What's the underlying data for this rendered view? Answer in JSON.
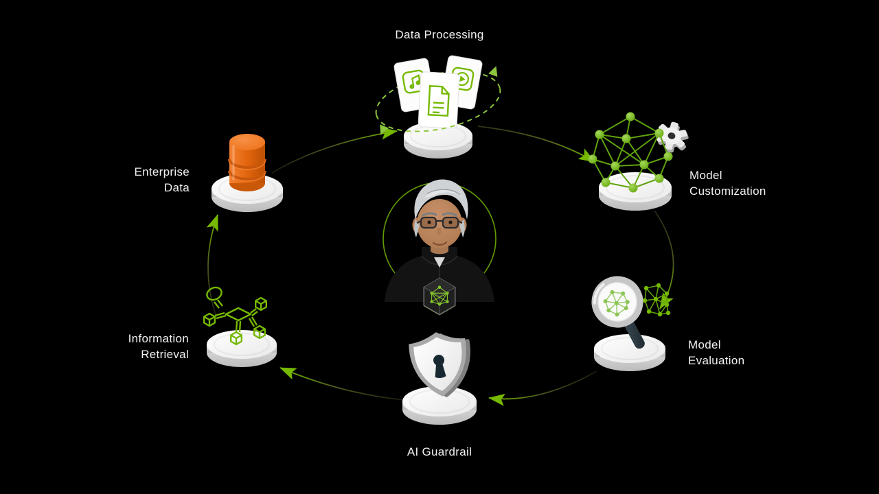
{
  "diagram": {
    "name": "ai-data-flywheel-workflow",
    "nodes": [
      {
        "id": "data-processing",
        "label": "Data Processing",
        "icon": "documents-processing-icon"
      },
      {
        "id": "model-customization",
        "label": "Model Customization",
        "icon": "neural-network-gear-icon"
      },
      {
        "id": "model-evaluation",
        "label": "Model Evaluation",
        "icon": "magnifier-neural-network-icon"
      },
      {
        "id": "ai-guardrail",
        "label": "AI Guardrail",
        "icon": "shield-keyhole-icon"
      },
      {
        "id": "information-retrieval",
        "label": "Information Retrieval",
        "icon": "knowledge-graph-search-icon"
      },
      {
        "id": "enterprise-data",
        "label": "Enterprise Data",
        "icon": "database-icon"
      }
    ],
    "center": {
      "avatar": "person-avatar",
      "badge": "hexagon-neural-network-badge",
      "ring": "green-circle-ring"
    },
    "arrows": [
      {
        "from": "enterprise-data",
        "to": "data-processing"
      },
      {
        "from": "data-processing",
        "to": "model-customization"
      },
      {
        "from": "model-customization",
        "to": "model-evaluation"
      },
      {
        "from": "model-evaluation",
        "to": "ai-guardrail"
      },
      {
        "from": "ai-guardrail",
        "to": "information-retrieval"
      },
      {
        "from": "information-retrieval",
        "to": "enterprise-data"
      }
    ],
    "colors": {
      "background": "#000000",
      "accent_green": "#76B900",
      "dashed_loop_green": "#8DC63F",
      "database_orange": "#E8650F",
      "pedestal_white": "#FFFFFF",
      "label_text": "#F1F1F1"
    }
  }
}
